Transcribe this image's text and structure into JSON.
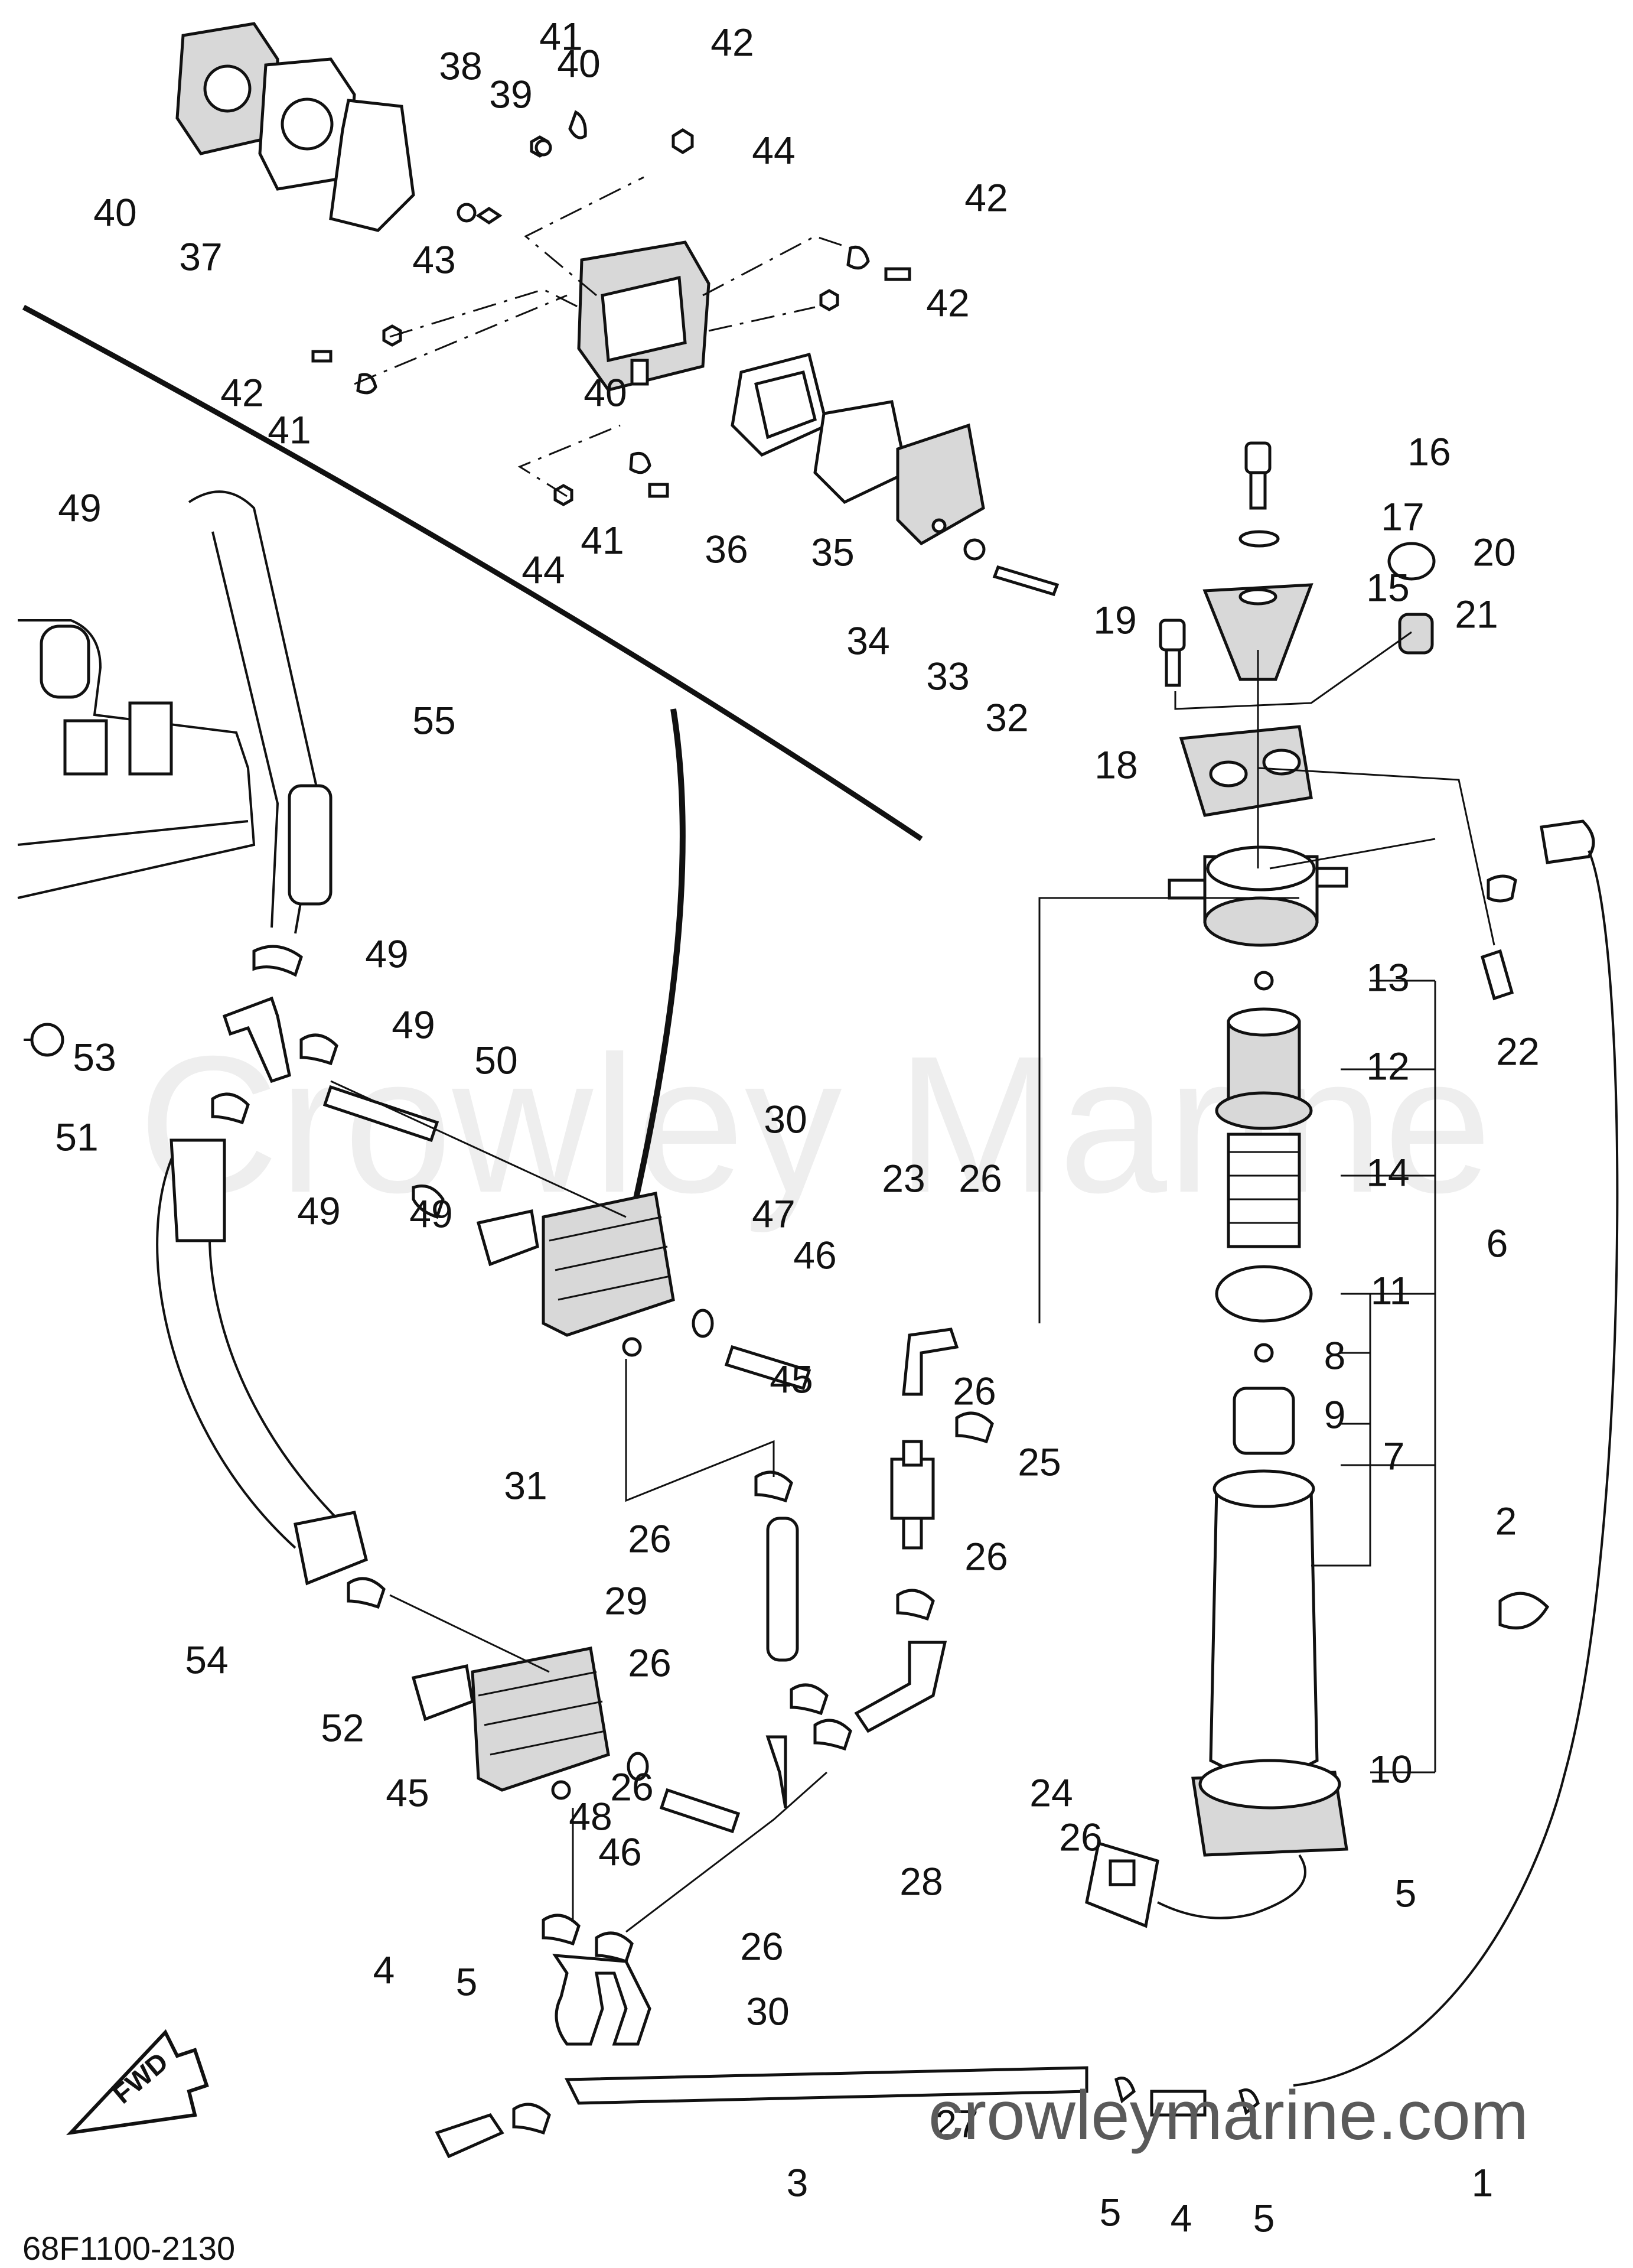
{
  "diagram": {
    "drawing_code": "68F1100-2130",
    "watermark": "Crowley Marine",
    "site_watermark": "crowleymarine.com",
    "fwd_label": "FWD",
    "part_labels": [
      "1",
      "2",
      "3",
      "4",
      "4",
      "5",
      "5",
      "5",
      "5",
      "6",
      "7",
      "8",
      "9",
      "10",
      "11",
      "12",
      "13",
      "14",
      "15",
      "16",
      "17",
      "18",
      "19",
      "20",
      "21",
      "22",
      "23",
      "24",
      "25",
      "26",
      "26",
      "26",
      "26",
      "26",
      "26",
      "26",
      "26",
      "27",
      "28",
      "29",
      "30",
      "30",
      "31",
      "32",
      "33",
      "34",
      "35",
      "36",
      "37",
      "38",
      "39",
      "40",
      "40",
      "40",
      "41",
      "41",
      "41",
      "42",
      "42",
      "42",
      "42",
      "43",
      "44",
      "44",
      "45",
      "45",
      "46",
      "46",
      "47",
      "48",
      "49",
      "49",
      "49",
      "49",
      "49",
      "50",
      "51",
      "52",
      "53",
      "54",
      "55"
    ]
  }
}
